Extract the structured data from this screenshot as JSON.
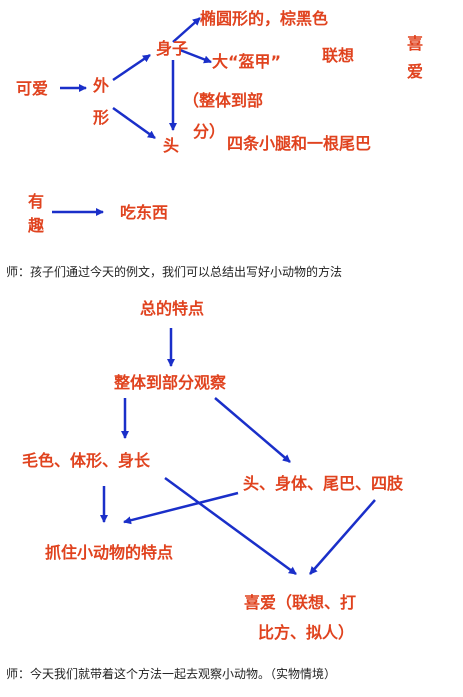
{
  "colors": {
    "node_text": "#e0431f",
    "arrow": "#1a2fc9",
    "caption": "#222222"
  },
  "diagram1": {
    "ke_ai": "可爱",
    "wai_xing": "外形",
    "shen_zi": "身子",
    "tuo_yuan": "椭圆形的，棕黑色",
    "da_kai_jia": "大“盔甲”",
    "lian_xiang": "联想",
    "xi_ai": "喜爱",
    "zheng_ti_1": "（整体到部",
    "zheng_ti_2": "分）",
    "tou": "头",
    "tui_wei_ba": "四条小腿和一根尾巴",
    "you_qu": "有趣",
    "chi_dong_xi": "吃东西"
  },
  "caption1": "师：孩子们通过今天的例文，我们可以总结出写好小动物的方法",
  "diagram2": {
    "zong_de_te_dian": "总的特点",
    "zheng_ti_dao_bu_fen": "整体到部分观察",
    "mao_se": "毛色、体形、身长",
    "tou_shen_ti": "头、身体、尾巴、四肢",
    "zhua_zhu": "抓住小动物的特点",
    "xi_ai_1": "喜爱（联想、打",
    "xi_ai_2": "比方、拟人）"
  },
  "caption2": "师：今天我们就带着这个方法一起去观察小动物。（实物情境）"
}
